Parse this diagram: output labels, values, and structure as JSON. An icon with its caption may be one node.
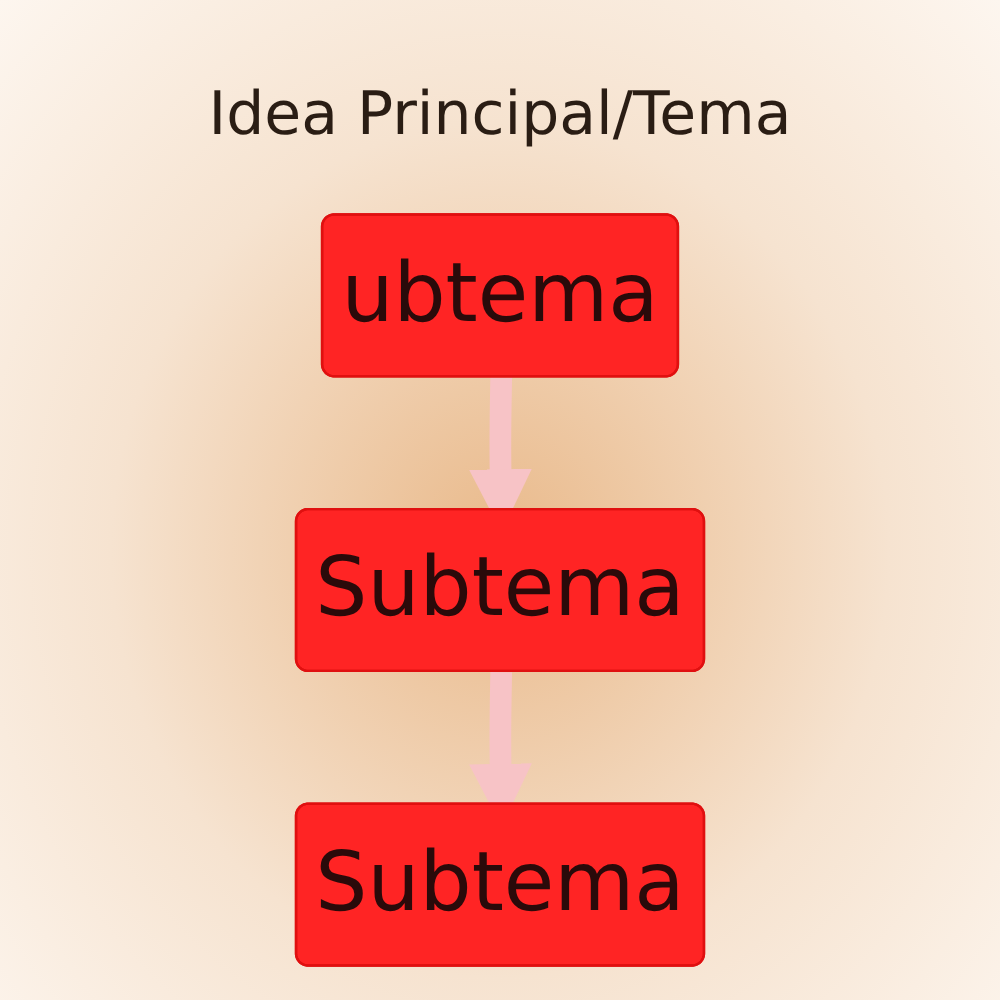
{
  "diagram": {
    "title": "Idea Principal/Tema",
    "nodes": [
      {
        "text": [
          "ubtema"
        ]
      },
      {
        "text": [
          "Subtema"
        ]
      },
      {
        "text": [
          "Subtema"
        ]
      }
    ],
    "edges": [
      {
        "from": 0,
        "to": 1,
        "arrow": "to"
      },
      {
        "from": 1,
        "to": 2,
        "arrow": "to"
      }
    ]
  }
}
